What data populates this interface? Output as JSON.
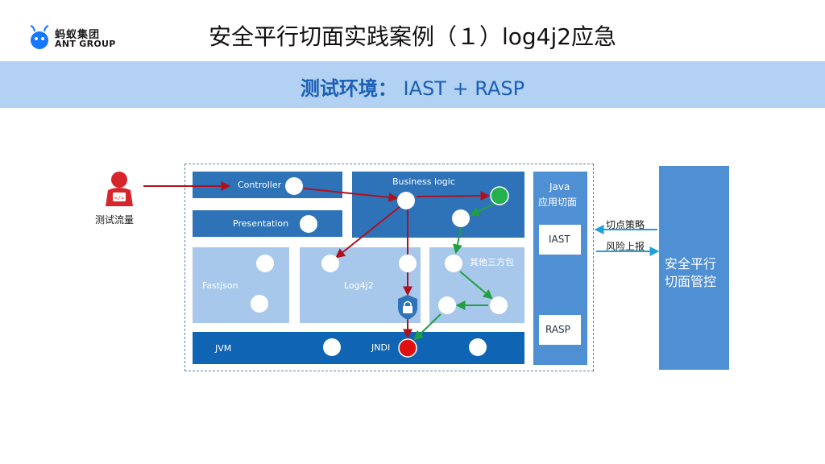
{
  "header": {
    "logo_cn": "蚂蚁集团",
    "logo_en": "ANT GROUP",
    "title": "安全平行切面实践案例（１）log4j2应急"
  },
  "banner": {
    "prefix": "测试环境：",
    "suffix": " IAST + RASP"
  },
  "diagram": {
    "user_caption": "测试流量",
    "controller": "Controller",
    "presentation": "Presentation",
    "business_logic": "Business logic",
    "fastjson": "Fastjson",
    "log4j2": "Log4j2",
    "other_packages": "其他三方包",
    "jvm": "JVM",
    "jndi": "JNDI",
    "java_line1": "Java",
    "java_line2": "应用切面",
    "iast": "IAST",
    "rasp": "RASP",
    "policy_label": "切点策略",
    "risk_label": "风险上报",
    "control_line1": "安全平行",
    "control_line2": "切面管控"
  },
  "colors": {
    "dark_blue": "#2e73b8",
    "light_blue": "#a8c8eb",
    "jvm_blue": "#0f64b4",
    "attack_arrow": "#b0101e",
    "aspect_arrow": "#20a040",
    "report_arrow": "#1ea0dc",
    "danger_node": "#e01010",
    "safe_node": "#22b14c"
  },
  "icons": [
    "user-coder-icon",
    "lock-shield-icon"
  ]
}
